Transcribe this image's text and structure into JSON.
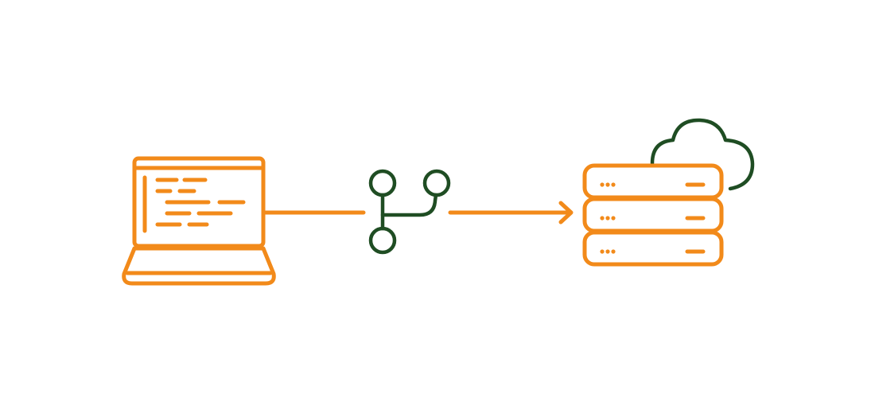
{
  "diagram": {
    "nodes": [
      {
        "id": "laptop",
        "icon": "laptop-code-icon"
      },
      {
        "id": "branch",
        "icon": "git-branch-icon"
      },
      {
        "id": "server",
        "icon": "server-stack-icon"
      },
      {
        "id": "cloud",
        "icon": "cloud-icon"
      }
    ],
    "edges": [
      {
        "from": "laptop",
        "to": "branch",
        "style": "line"
      },
      {
        "from": "branch",
        "to": "server",
        "style": "arrow"
      }
    ]
  },
  "colors": {
    "background": "#ffffff",
    "accent": "#F28A1A",
    "dark": "#1F4D23"
  }
}
